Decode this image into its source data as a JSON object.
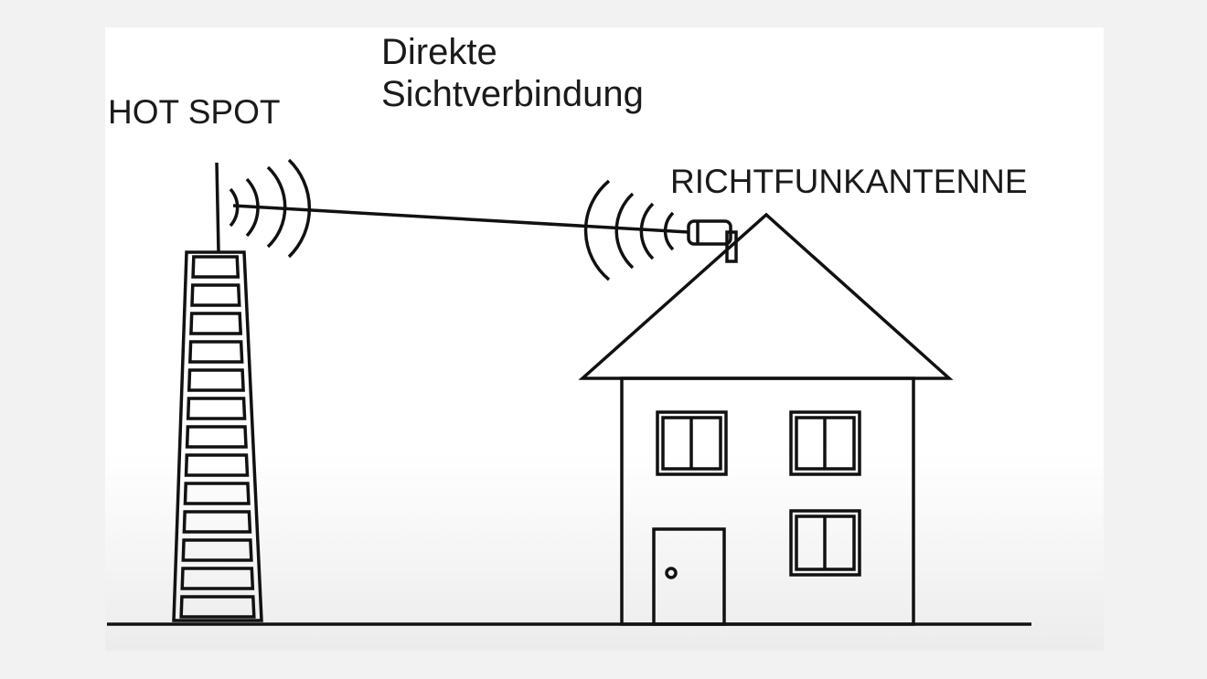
{
  "labels": {
    "hotspot": "HOT SPOT",
    "line_of_sight_line1": "Direkte",
    "line_of_sight_line2": "Sichtverbindung",
    "antenna": "RICHTFUNKANTENNE"
  },
  "colors": {
    "stroke": "#111111",
    "background": "#ffffff",
    "outer_background": "#f2f2f2"
  },
  "icons": {
    "tower": "lattice-tower-icon",
    "house": "house-icon",
    "antenna": "directional-antenna-icon"
  }
}
